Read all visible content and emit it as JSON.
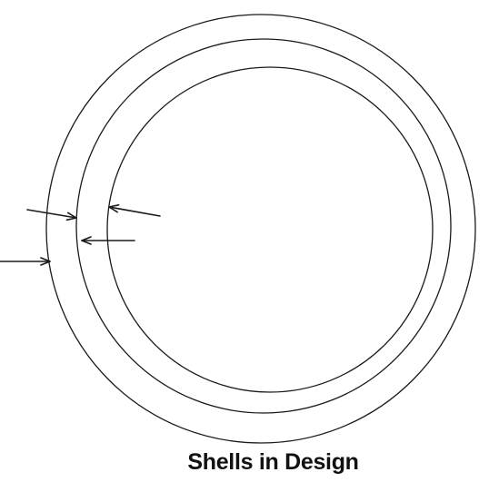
{
  "diagram": {
    "caption": "Shells in Design",
    "circles": [
      {
        "name": "outer-shell"
      },
      {
        "name": "middle-shell"
      },
      {
        "name": "inner-shell"
      }
    ],
    "arrows": [
      {
        "name": "arrow-to-middle-shell-from-left"
      },
      {
        "name": "arrow-to-inner-shell-from-right"
      },
      {
        "name": "arrow-to-middle-shell-from-right"
      },
      {
        "name": "arrow-to-outer-shell-from-left"
      }
    ],
    "colors": {
      "line": "#1a1a1a",
      "background": "#ffffff"
    }
  }
}
